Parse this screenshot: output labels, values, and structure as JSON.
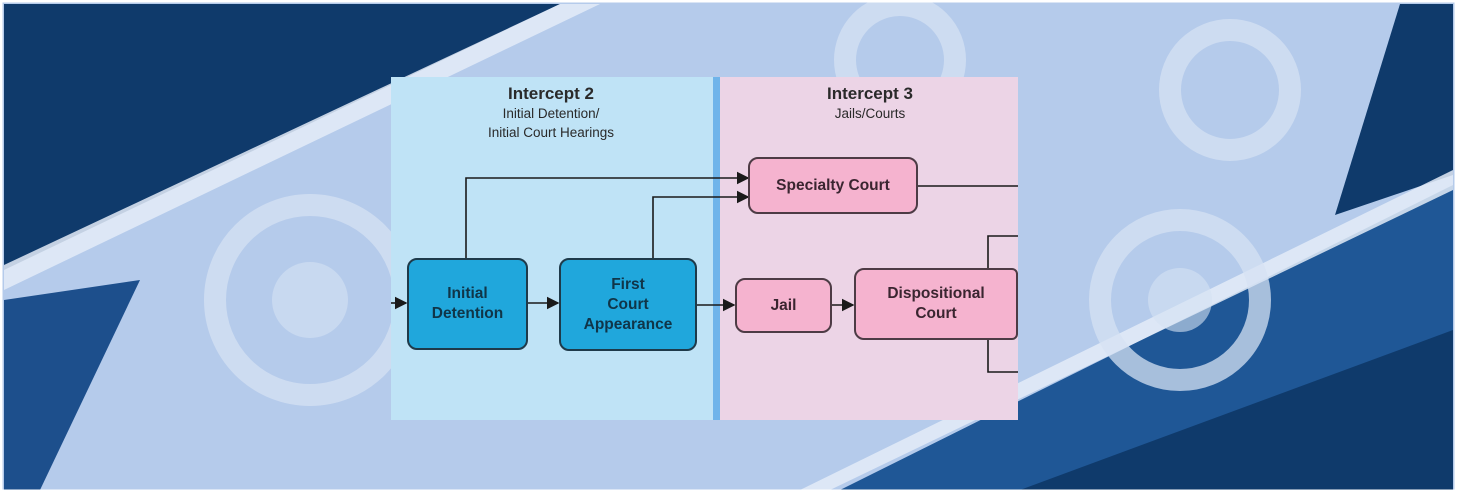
{
  "intercept2": {
    "title": "Intercept 2",
    "subtitle_line1": "Initial Detention/",
    "subtitle_line2": "Initial Court Hearings"
  },
  "intercept3": {
    "title": "Intercept 3",
    "subtitle": "Jails/Courts"
  },
  "nodes": {
    "initial_detention": "Initial\nDetention",
    "first_court_appearance": "First\nCourt\nAppearance",
    "specialty_court": "Specialty Court",
    "jail": "Jail",
    "dispositional_court": "Dispositional\nCourt"
  },
  "colors": {
    "banner_dark": "#0f3a6b",
    "banner_mid": "#2c66a8",
    "banner_light": "#a9c3e8",
    "intercept2_bg": "#bfe3f6",
    "intercept3_bg": "#ecd4e6",
    "node_blue": "#20a7dc",
    "node_pink": "#f5b3cf",
    "divider": "#6fb4ea"
  }
}
